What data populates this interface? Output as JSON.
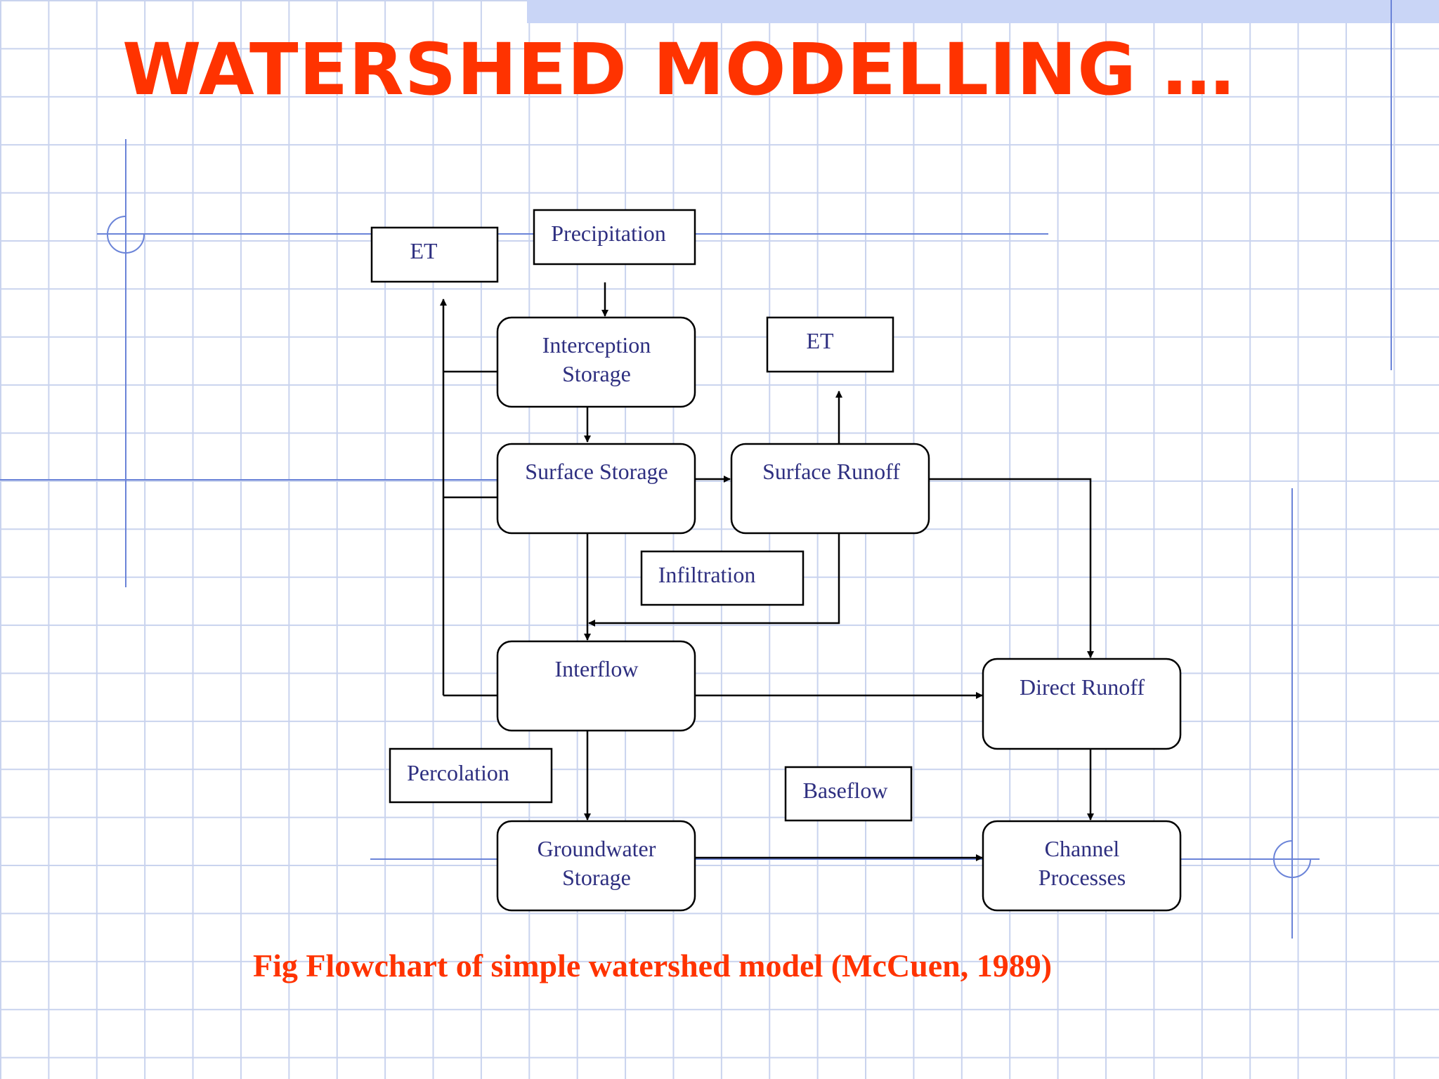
{
  "slide": {
    "title": "WATERSHED MODELLING …",
    "caption": "Fig  Flowchart of simple watershed model (McCuen, 1989)"
  },
  "colors": {
    "title": "#ff3300",
    "box_text": "#2e2f80",
    "grid": "#c9d3ee",
    "guide_lines": "#6b84d8"
  },
  "diagram": {
    "nodes": {
      "et_left": "ET",
      "precipitation": "Precipitation",
      "interception_storage": [
        "Interception",
        "Storage"
      ],
      "et_right": "ET",
      "surface_storage": "Surface Storage",
      "surface_runoff": "Surface Runoff",
      "infiltration": "Infiltration",
      "interflow": "Interflow",
      "direct_runoff": "Direct Runoff",
      "percolation": "Percolation",
      "baseflow": "Baseflow",
      "groundwater_storage": [
        "Groundwater",
        "Storage"
      ],
      "channel_processes": [
        "Channel",
        "Processes"
      ]
    }
  }
}
